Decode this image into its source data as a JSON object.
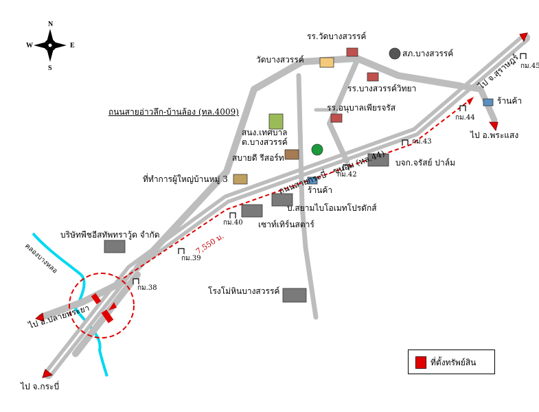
{
  "compass": {
    "n": "N",
    "s": "S",
    "e": "E",
    "w": "W"
  },
  "roads": {
    "main_highway": "ถนนสายกระบี่ - ขนอม (ทล.44)",
    "secondary": "ถนนสายอ่าวลึก-บ้านล้อง (ทล.4009)",
    "dist": "7,550 ม."
  },
  "directions": {
    "to_suratthani": "ไป จ.สุราษฎร์",
    "to_phrasaeng": "ไป อ.พระแสง",
    "to_plaipraya": "ไป อ.ปลายพระยา",
    "to_krabi": "ไป จ.กระบี่"
  },
  "places": {
    "wat_school": "รร.วัดบางสวรรค์",
    "wat": "วัดบางสวรรค์",
    "police": "สภ.บางสวรรค์",
    "bangsawan_school": "รร.บางสวรรค์วิทยา",
    "anuban_school": "รร.อนุบาลเพียรจรัส",
    "municipal": "สนง.เทศบาล\nต.บางสวรรค์",
    "resort": "สบายดี รีสอร์ท",
    "village_head": "ที่ทำการผู้ใหญ่บ้านหมู่ 3",
    "shop_center": "ร้านค้า",
    "shop_east": "ร้านค้า",
    "siam_bio": "บ.สยามไบโอเมทโปรดักส์",
    "southern": "เซาท์เทิร์นสตาร์",
    "palm": "บจก.จรัสย์ ปาล์ม",
    "factory_west": "บริษัทพืชอีสทัพทราวู้ด จำกัด",
    "rubber": "โรงโม่หินบางสวรรค์",
    "canal": "คลองบางหลอ"
  },
  "km": {
    "k38": "กม.38",
    "k39": "กม.39",
    "k40": "กม.40",
    "k42": "กม.42",
    "k43": "กม.43",
    "k44": "กม.44",
    "k45": "กม.45"
  },
  "legend": {
    "label": "ที่ตั้งทรัพย์สิน"
  },
  "colors": {
    "road": "#bdbdbd",
    "route": "#e00000",
    "river": "#00d8f0",
    "property": "#e00000"
  }
}
